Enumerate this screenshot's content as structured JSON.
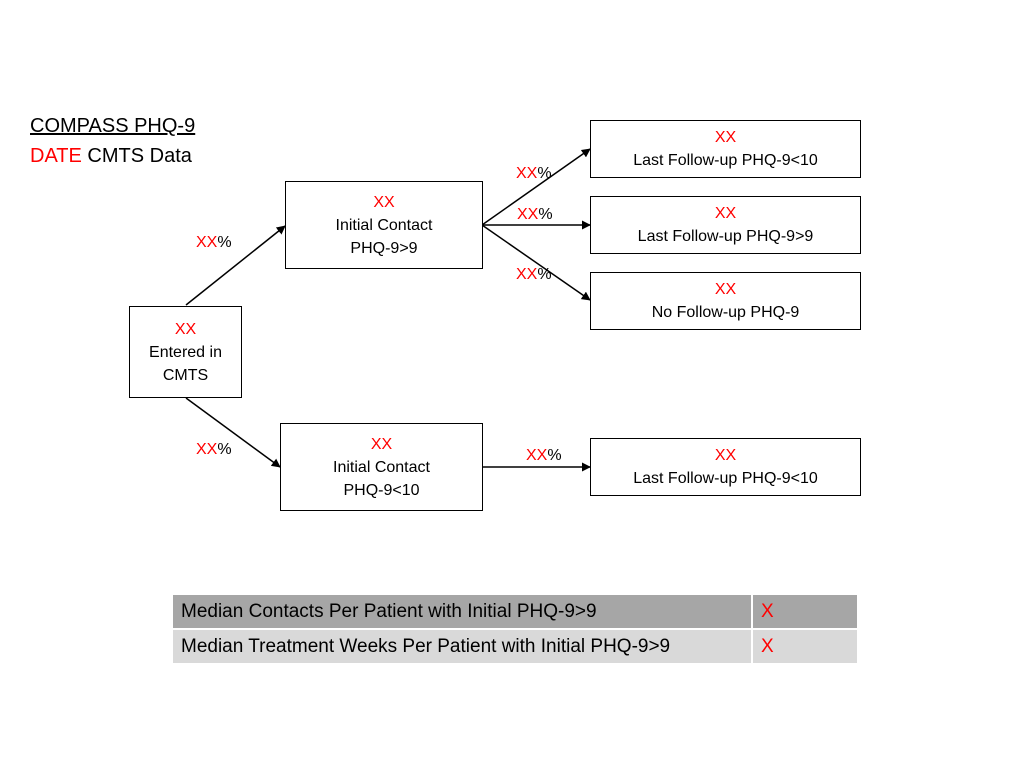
{
  "title": {
    "line1": "COMPASS PHQ-9",
    "line2_red": "DATE",
    "line2_rest": " CMTS Data"
  },
  "colors": {
    "highlight": "#ff0000",
    "table_row1": "#a6a6a6",
    "table_row2": "#d9d9d9"
  },
  "boxes": {
    "entered": {
      "value": "XX",
      "label1": "Entered in",
      "label2": "CMTS"
    },
    "initial_gt9": {
      "value": "XX",
      "label1": "Initial Contact",
      "label2": "PHQ-9>9"
    },
    "initial_lt10": {
      "value": "XX",
      "label1": "Initial Contact",
      "label2": "PHQ-9<10"
    },
    "fu_lt10_a": {
      "value": "XX",
      "label1": "Last Follow-up PHQ-9<10"
    },
    "fu_gt9": {
      "value": "XX",
      "label1": "Last Follow-up PHQ-9>9"
    },
    "no_fu": {
      "value": "XX",
      "label1": "No Follow-up PHQ-9"
    },
    "fu_lt10_b": {
      "value": "XX",
      "label1": "Last Follow-up PHQ-9<10"
    }
  },
  "percent_labels": {
    "to_initial_gt9": {
      "value": "XX",
      "unit": "%"
    },
    "to_initial_lt10": {
      "value": "XX",
      "unit": "%"
    },
    "to_fu_lt10_a": {
      "value": "XX",
      "unit": "%"
    },
    "to_fu_gt9": {
      "value": "XX",
      "unit": "%"
    },
    "to_no_fu": {
      "value": "XX",
      "unit": "%"
    },
    "to_fu_lt10_b": {
      "value": "XX",
      "unit": "%"
    }
  },
  "stats_table": [
    {
      "label": "Median Contacts Per Patient with Initial PHQ-9>9",
      "value": "X"
    },
    {
      "label": "Median Treatment Weeks Per Patient with Initial PHQ-9>9",
      "value": "X"
    }
  ]
}
